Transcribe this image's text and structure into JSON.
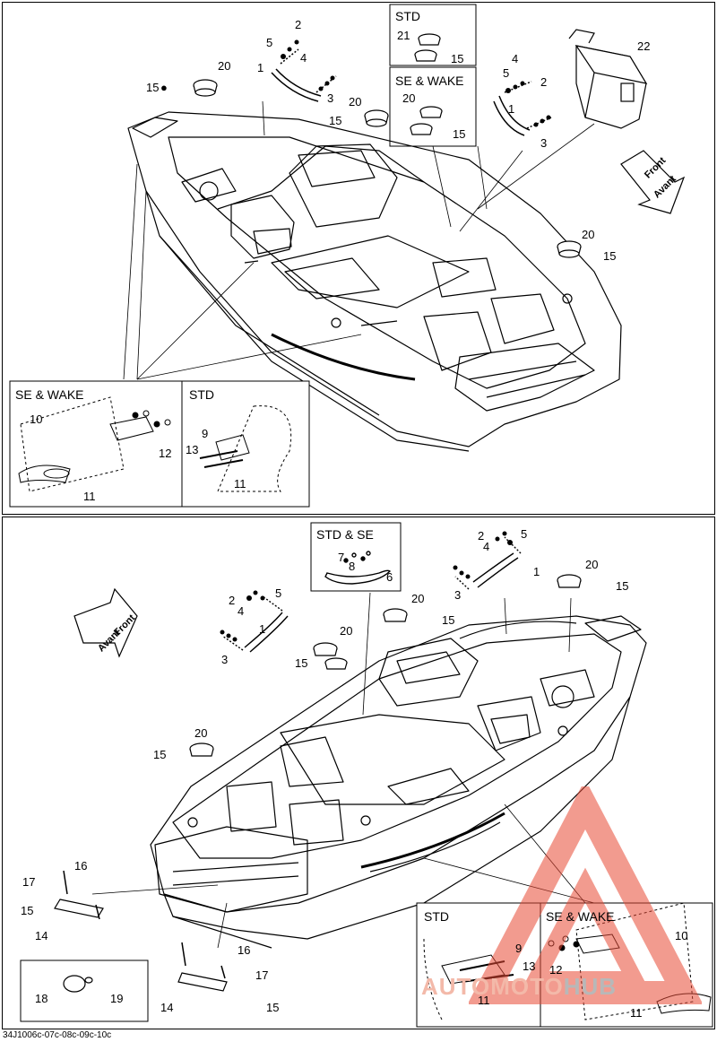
{
  "footer_code": "34J1006c-07c-08c-09c-10c",
  "watermark": {
    "text_a": "AUTOMOTO",
    "text_b": "HUB",
    "color": "#e84a35"
  },
  "top": {
    "std_box": "STD",
    "se_wake_box": "SE & WAKE",
    "inset_se_wake": "SE & WAKE",
    "inset_std": "STD",
    "front": [
      "Front",
      "Avant"
    ],
    "labels": {
      "n2a": "2",
      "n5a": "5",
      "n4a": "4",
      "n1a": "1",
      "n3a": "3",
      "n20a": "20",
      "n15a": "15",
      "n20b": "20",
      "n15b": "15",
      "n21": "21",
      "n15c": "15",
      "n20c": "20",
      "n15d": "15",
      "n4b": "4",
      "n5b": "5",
      "n2b": "2",
      "n1b": "1",
      "n3b": "3",
      "n22": "22",
      "n20d": "20",
      "n15e": "15",
      "n10": "10",
      "n12": "12",
      "n11a": "11",
      "n9": "9",
      "n13": "13",
      "n11b": "11"
    }
  },
  "bottom": {
    "std_se_box": "STD & SE",
    "inset_std": "STD",
    "inset_se_wake": "SE & WAKE",
    "front": [
      "Front",
      "Avant"
    ],
    "labels": {
      "n2a": "2",
      "n4a": "4",
      "n5a": "5",
      "n7": "7",
      "n8": "8",
      "n6": "6",
      "n1a": "1",
      "n20a": "20",
      "n15a": "15",
      "n3a": "3",
      "n2b": "2",
      "n4b": "4",
      "n5b": "5",
      "n20b": "20",
      "n15b": "15",
      "n1b": "1",
      "n3b": "3",
      "n20c": "20",
      "n15c": "15",
      "n20d": "20",
      "n15d": "15",
      "n16a": "16",
      "n17a": "17",
      "n15e": "15",
      "n14a": "14",
      "n16b": "16",
      "n17b": "17",
      "n14b": "14",
      "n15f": "15",
      "n18": "18",
      "n19": "19",
      "n9": "9",
      "n13": "13",
      "n11a": "11",
      "n12": "12",
      "n10": "10",
      "n11b": "11"
    }
  }
}
